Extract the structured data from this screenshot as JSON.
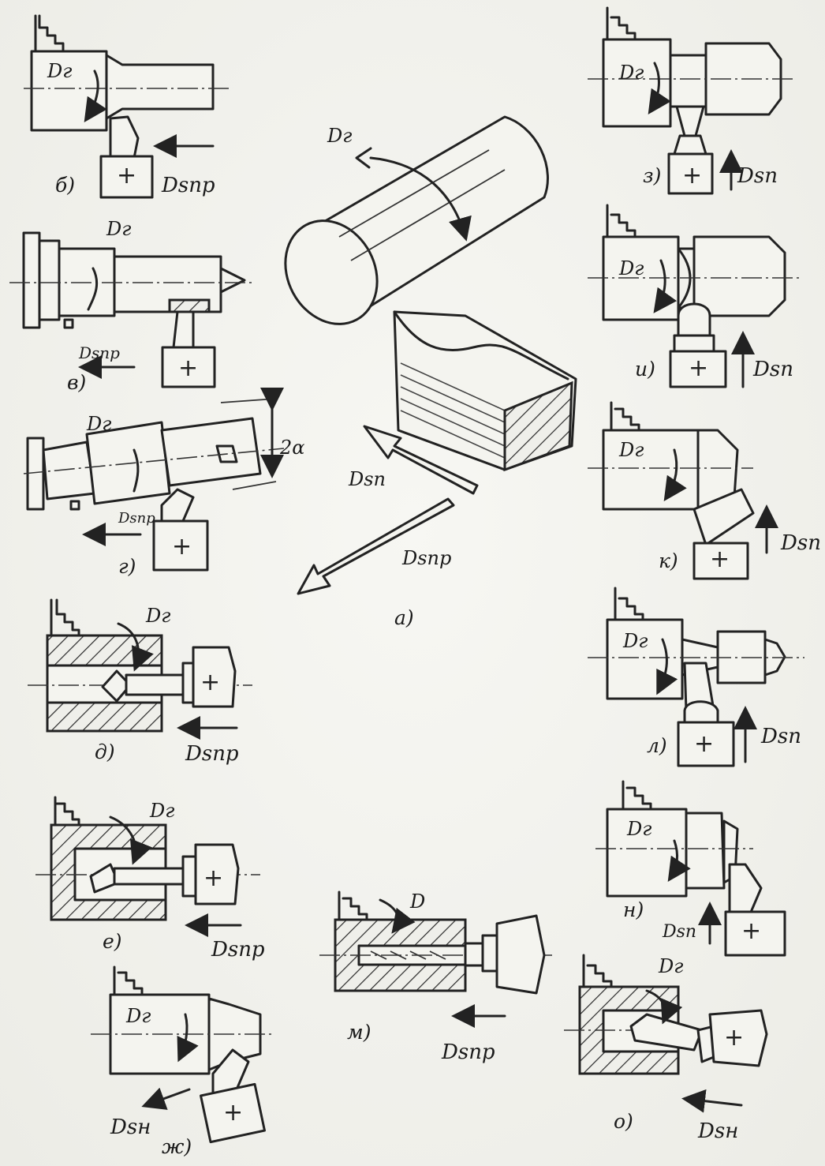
{
  "labels": {
    "D_g": "Dг",
    "D_d": "D",
    "D_sp": "Dsп",
    "D_spr": "Dsпр",
    "D_sn": "Dsн",
    "two_alpha": "2α",
    "plus": "+"
  },
  "captions": {
    "a": "а)",
    "b": "б)",
    "v": "в)",
    "g": "г)",
    "d": "д)",
    "e": "е)",
    "zh": "ж)",
    "z": "з)",
    "i": "и)",
    "k": "к)",
    "l": "л)",
    "m": "м)",
    "n": "н)",
    "o": "о)"
  }
}
